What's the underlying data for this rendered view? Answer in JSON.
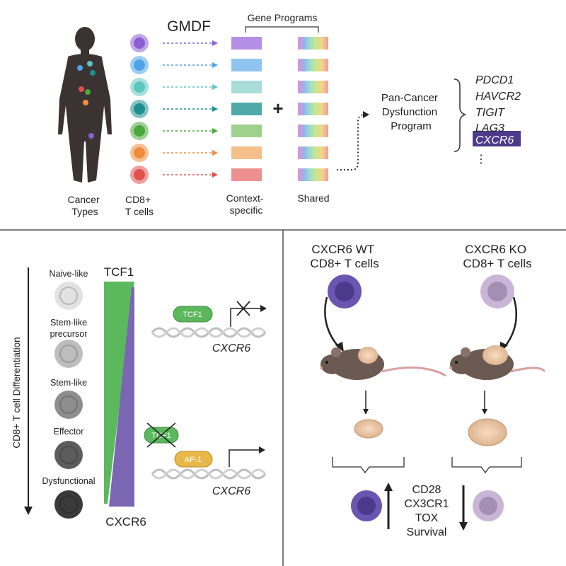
{
  "top_panel": {
    "cancer_types_label": [
      "Cancer",
      "Types"
    ],
    "cd8_label": [
      "CD8+",
      "T cells"
    ],
    "gmdf_label": "GMDF",
    "gene_programs_label": "Gene Programs",
    "context_specific_label": [
      "Context-",
      "specific"
    ],
    "shared_label": "Shared",
    "plus_sign": "+",
    "pan_cancer_label": [
      "Pan-Cancer",
      "Dysfunction",
      "Program"
    ],
    "genes": [
      "PDCD1",
      "HAVCR2",
      "TIGIT",
      "LAG3",
      "CXCR6"
    ],
    "genes_more": "⋮",
    "highlighted_gene": "CXCR6",
    "cell_colors": [
      "#8b5fd3",
      "#4ea3e8",
      "#5cc6c0",
      "#1d8f91",
      "#4aa83c",
      "#f08d3c",
      "#e25050"
    ],
    "program_colors": [
      "#b58ee6",
      "#8fc4f0",
      "#a8dcd8",
      "#4eaaa8",
      "#9ed28c",
      "#f5bf8c",
      "#ee9090"
    ]
  },
  "left_panel": {
    "axis_label": "CD8+ T cell Differentiation",
    "states": [
      "Naive-like",
      "Stem-like precursor",
      "Stem-like",
      "Effector",
      "Dysfunctional"
    ],
    "state_colors": [
      "#e2e2e2",
      "#bdbdbd",
      "#8e8e8e",
      "#5c5c5c",
      "#3a3a3a"
    ],
    "tcf1_label": "TCF1",
    "cxcr6_label": "CXCR6",
    "tf_top": "TCF1",
    "tf_bottom_blocked": "TCF1",
    "tf_bottom_active": "AP-1",
    "gene_label_top": "CXCR6",
    "gene_label_bottom": "CXCR6"
  },
  "right_panel": {
    "wt_title": [
      "CXCR6 WT",
      "CD8+ T cells"
    ],
    "ko_title": [
      "CXCR6 KO",
      "CD8+ T cells"
    ],
    "markers": [
      "CD28",
      "CX3CR1",
      "TOX",
      "Survival"
    ]
  }
}
